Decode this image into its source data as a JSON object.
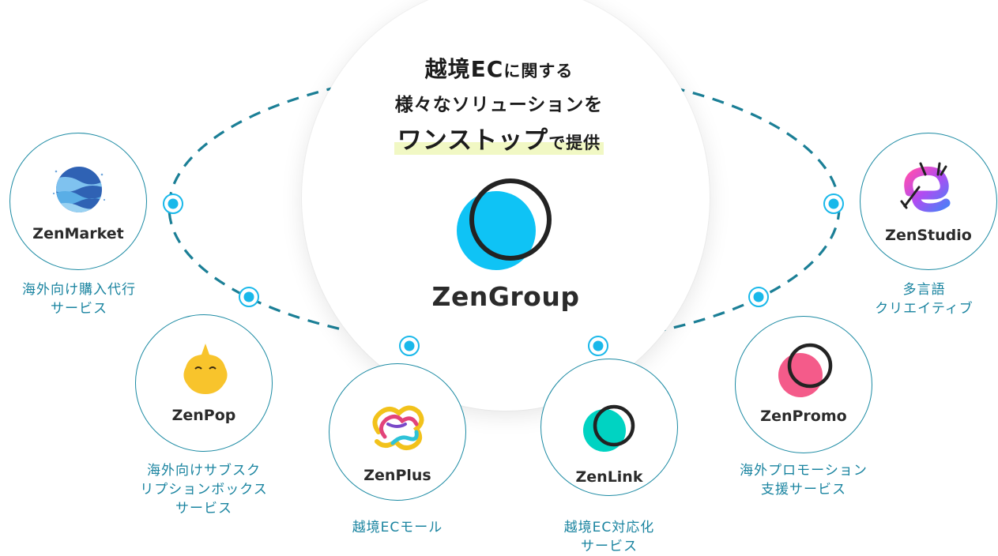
{
  "headline": {
    "line1_big": "越境EC",
    "line1_small": "に関する",
    "line2": "様々なソリューションを",
    "line3_big": "ワンストップ",
    "line3_small": "で提供"
  },
  "hub": {
    "name": "ZenGroup"
  },
  "services": [
    {
      "name": "ZenMarket",
      "caption_1": "海外向け購入代行",
      "caption_2": "サービス",
      "caption_3": ""
    },
    {
      "name": "ZenPop",
      "caption_1": "海外向けサブスク",
      "caption_2": "リプションボックス",
      "caption_3": "サービス"
    },
    {
      "name": "ZenPlus",
      "caption_1": "越境ECモール",
      "caption_2": "",
      "caption_3": ""
    },
    {
      "name": "ZenLink",
      "caption_1": "越境EC対応化",
      "caption_2": "サービス",
      "caption_3": ""
    },
    {
      "name": "ZenPromo",
      "caption_1": "海外プロモーション",
      "caption_2": "支援サービス",
      "caption_3": ""
    },
    {
      "name": "ZenStudio",
      "caption_1": "多言語",
      "caption_2": "クリエイティブ",
      "caption_3": ""
    }
  ],
  "colors": {
    "accent": "#1b8aa3",
    "node": "#19b8ea",
    "caption": "#1a84a0",
    "hub_logo": "#0fc3f5",
    "link_logo": "#00d3c2",
    "promo_logo": "#f45b8a",
    "pop_logo": "#f8c42c",
    "highlight": "#f1f8c4"
  }
}
